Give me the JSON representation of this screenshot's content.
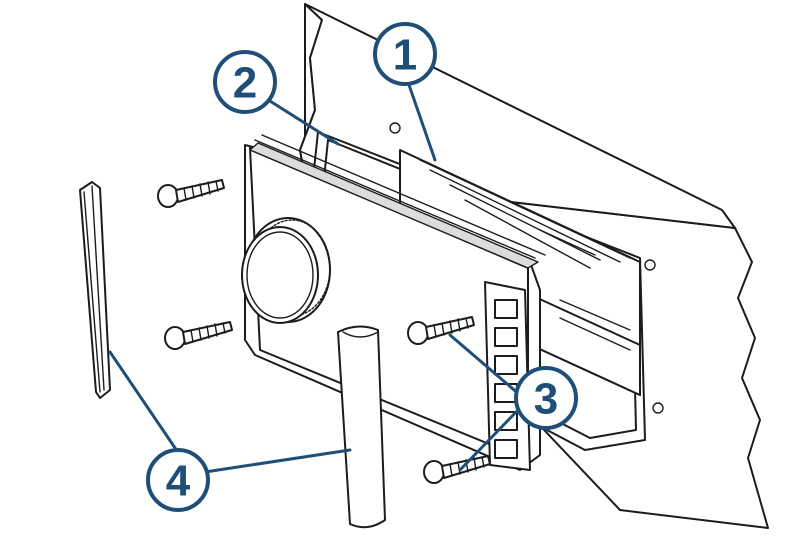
{
  "callouts": [
    {
      "id": "1",
      "label": "1"
    },
    {
      "id": "2",
      "label": "2"
    },
    {
      "id": "3",
      "label": "3"
    },
    {
      "id": "4",
      "label": "4"
    }
  ],
  "colors": {
    "callout": "#1f4f78",
    "line": "#1c1c1c",
    "fill": "#ffffff"
  }
}
